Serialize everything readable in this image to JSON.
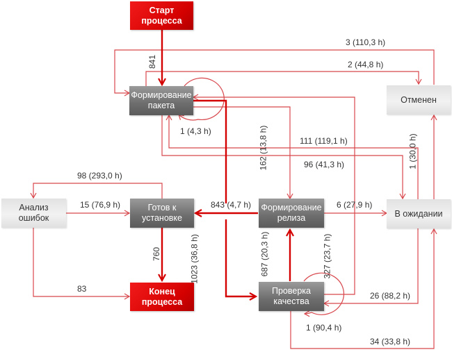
{
  "colors": {
    "edge": "#d8474c",
    "edge_main": "#d40000",
    "node_terminal": "#e00000",
    "node_dark": "#707070",
    "node_light": "#ececec"
  },
  "nodes": {
    "start": {
      "label": "Старт процесса"
    },
    "form_pkg": {
      "label": "Формирование пакета"
    },
    "cancel": {
      "label": "Отменен"
    },
    "analysis": {
      "label": "Анализ ошибок"
    },
    "ready": {
      "label": "Готов к установке"
    },
    "form_rel": {
      "label": "Формирование релиза"
    },
    "waiting": {
      "label": "В ожидании"
    },
    "qa": {
      "label": "Проверка качества"
    },
    "end": {
      "label": "Конец процесса"
    }
  },
  "edges": [
    {
      "from": "start",
      "to": "form_pkg",
      "label": "841"
    },
    {
      "from": "cancel",
      "to": "form_pkg",
      "label": "3 (110,3 h)"
    },
    {
      "from": "form_pkg",
      "to": "cancel",
      "label": "2 (44,8 h)"
    },
    {
      "from": "form_pkg",
      "to": "form_pkg",
      "label": "1 (4,3 h)"
    },
    {
      "from": "form_pkg",
      "to": "form_rel",
      "label": "162 (13,8 h)"
    },
    {
      "from": "waiting",
      "to": "form_pkg",
      "label": "111 (119,1 h)"
    },
    {
      "from": "form_pkg",
      "to": "waiting",
      "label": "96 (41,3 h)"
    },
    {
      "from": "waiting",
      "to": "cancel",
      "label": "1 (30,0 h)"
    },
    {
      "from": "ready",
      "to": "analysis",
      "label": "98 (293,0 h)"
    },
    {
      "from": "analysis",
      "to": "ready",
      "label": "15 (76,9 h)"
    },
    {
      "from": "form_rel",
      "to": "ready",
      "label": "843 (4,7 h)"
    },
    {
      "from": "form_rel",
      "to": "waiting",
      "label": "6 (27,9 h)"
    },
    {
      "from": "ready",
      "to": "end",
      "label": "760"
    },
    {
      "from": "form_pkg",
      "to": "qa",
      "label": "1023 (36,8 h)"
    },
    {
      "from": "qa",
      "to": "form_rel",
      "label": "687 (20,3 h)"
    },
    {
      "from": "qa",
      "to": "form_pkg",
      "label": "327 (23,7 h)"
    },
    {
      "from": "analysis",
      "to": "end",
      "label": "83"
    },
    {
      "from": "waiting",
      "to": "qa",
      "label": "26 (88,2 h)"
    },
    {
      "from": "qa",
      "to": "qa",
      "label": "1 (90,4 h)"
    },
    {
      "from": "qa",
      "to": "waiting",
      "label": "34 (33,8 h)"
    }
  ]
}
